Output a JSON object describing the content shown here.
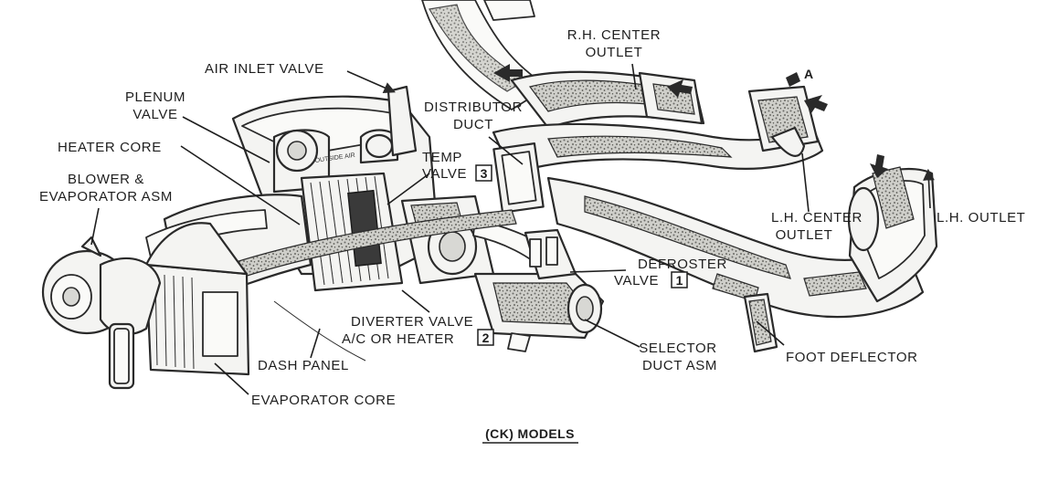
{
  "labels": {
    "rh_center_outlet": [
      "R.H. CENTER",
      "OUTLET"
    ],
    "air_inlet_valve": "AIR INLET VALVE",
    "distributor_duct": [
      "DISTRIBUTOR",
      "DUCT"
    ],
    "plenum_valve": [
      "PLENUM",
      "VALVE"
    ],
    "heater_core": "HEATER CORE",
    "temp_valve": [
      "TEMP",
      "VALVE"
    ],
    "temp_valve_num": "3",
    "blower_evap": [
      "BLOWER &",
      "EVAPORATOR ASM"
    ],
    "lh_center_outlet": [
      "L.H. CENTER",
      "OUTLET"
    ],
    "lh_outlet": "L.H. OUTLET",
    "defroster_valve": [
      "DEFROSTER",
      "VALVE"
    ],
    "defroster_valve_num": "1",
    "diverter_valve": [
      "DIVERTER VALVE",
      "A/C OR HEATER"
    ],
    "diverter_valve_num": "2",
    "selector_duct": [
      "SELECTOR",
      "DUCT ASM"
    ],
    "foot_deflector": "FOOT DEFLECTOR",
    "dash_panel": "DASH PANEL",
    "evaporator_core": "EVAPORATOR CORE",
    "view_a": "A"
  },
  "caption": "(CK) MODELS",
  "decal_text": "OUTSIDE AIR"
}
